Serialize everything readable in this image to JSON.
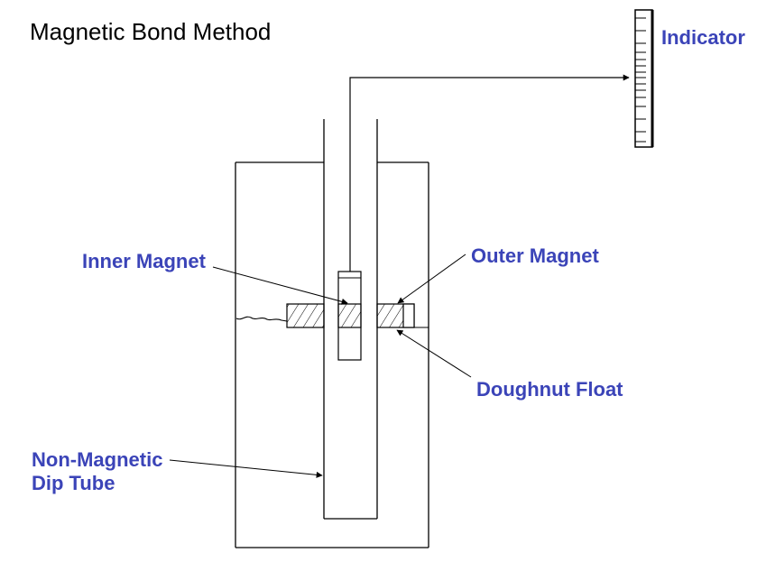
{
  "title": "Magnetic Bond Method",
  "labels": {
    "indicator": "Indicator",
    "inner_magnet": "Inner Magnet",
    "outer_magnet": "Outer Magnet",
    "doughnut_float": "Doughnut Float",
    "dip_tube_line1": "Non-Magnetic",
    "dip_tube_line2": "Dip Tube"
  },
  "colors": {
    "label": "#3b44b8",
    "line": "#000000",
    "background": "#ffffff"
  }
}
